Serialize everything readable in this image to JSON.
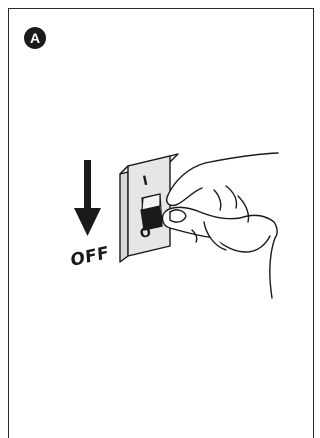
{
  "step": {
    "badge": "A"
  },
  "illustration": {
    "arrow_label": "OFF",
    "switch_on_symbol": "I",
    "switch_off_symbol": "O"
  }
}
